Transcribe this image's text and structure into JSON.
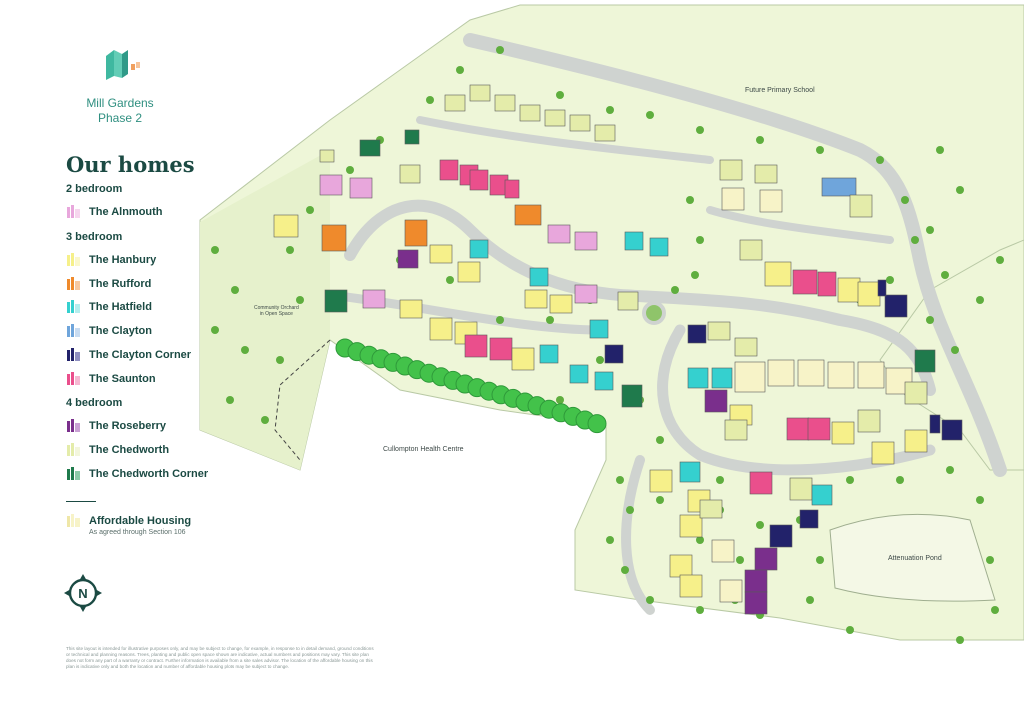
{
  "brand": {
    "line1": "Mill Gardens",
    "line2": "Phase 2"
  },
  "legend": {
    "title": "Our homes",
    "groups": [
      {
        "label": "2 bedroom",
        "items": [
          {
            "name": "The Alnmouth",
            "color": "#e8a7dc"
          }
        ]
      },
      {
        "label": "3 bedroom",
        "items": [
          {
            "name": "The Hanbury",
            "color": "#f6f08a"
          },
          {
            "name": "The Rufford",
            "color": "#ef8a2c"
          },
          {
            "name": "The Hatfield",
            "color": "#35d0cf"
          },
          {
            "name": "The Clayton",
            "color": "#6fa5db"
          },
          {
            "name": "The Clayton Corner",
            "color": "#22226a"
          },
          {
            "name": "The Saunton",
            "color": "#ea4f8c"
          }
        ]
      },
      {
        "label": "4 bedroom",
        "items": [
          {
            "name": "The Roseberry",
            "color": "#7a2f8c"
          },
          {
            "name": "The Chedworth",
            "color": "#e4ecaa"
          },
          {
            "name": "The Chedworth Corner",
            "color": "#1f7a4c"
          }
        ]
      }
    ],
    "affordable": {
      "name": "Affordable Housing",
      "note": "As agreed through Section 106",
      "color": "#f7f3c8"
    },
    "compass_letter": "N"
  },
  "map_labels": {
    "school": "Future Primary School",
    "orchard_1": "Community Orchard",
    "orchard_2": "in Open Space",
    "health": "Cullompton Health Centre",
    "pond": "Attenuation Pond"
  },
  "disclaimer": "This site layout is intended for illustrative purposes only, and may be subject to change, for example, in response to in detail demand, ground conditions or technical and planning reasons. Trees, planting and public open space shown are indicative, actual numbers and positions may vary. This site plan does not form any part of a warranty or contract. Further information is available from a site sales advisor. The location of the affordable housing on this plan is indicative only and both the location and number of affordable housing plots may be subject to change."
}
